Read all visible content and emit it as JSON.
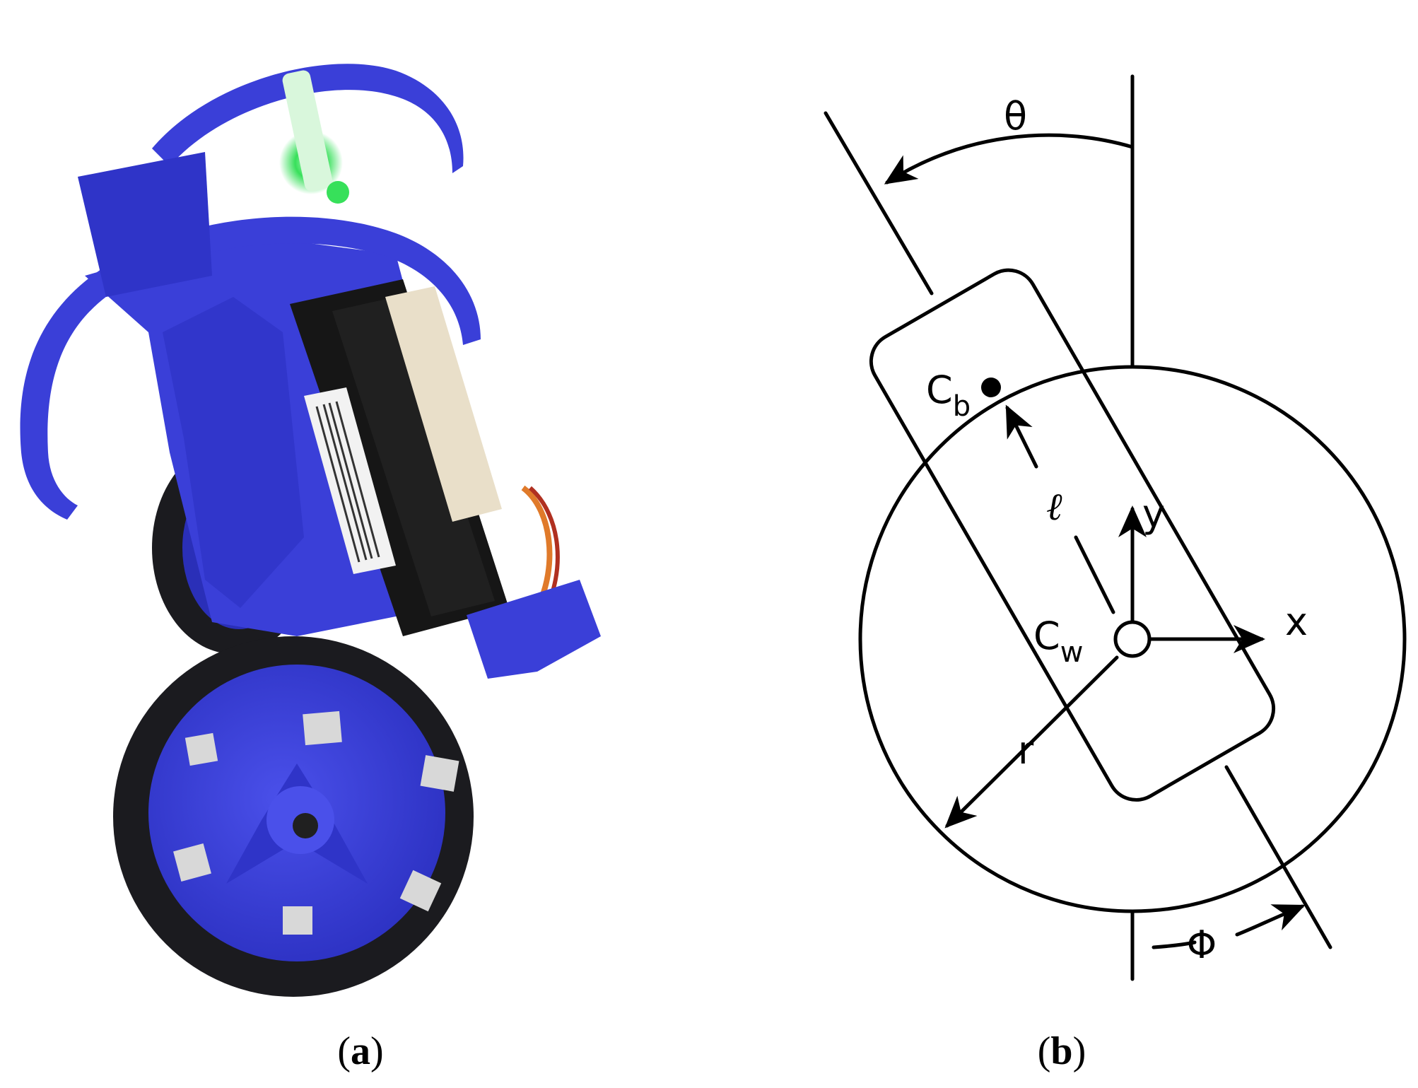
{
  "panel_a": {
    "caption_open": "(",
    "caption_letter": "a",
    "caption_close": ")",
    "colors": {
      "body_blue": "#3a3fd8",
      "body_dark_blue": "#2a2fb8",
      "tire_black": "#1b1b1f",
      "pcb_black": "#161616",
      "led_green": "#37e05a",
      "marker_grey": "#d8d8d8"
    }
  },
  "panel_b": {
    "caption_open": "(",
    "caption_letter": "b",
    "caption_close": ")",
    "labels": {
      "theta": "θ",
      "cb_main": "C",
      "cb_sub": "b",
      "ell": "ℓ",
      "y": "y",
      "x": "x",
      "cw_main": "C",
      "cw_sub": "w",
      "r": "r",
      "phi": "Φ"
    }
  }
}
